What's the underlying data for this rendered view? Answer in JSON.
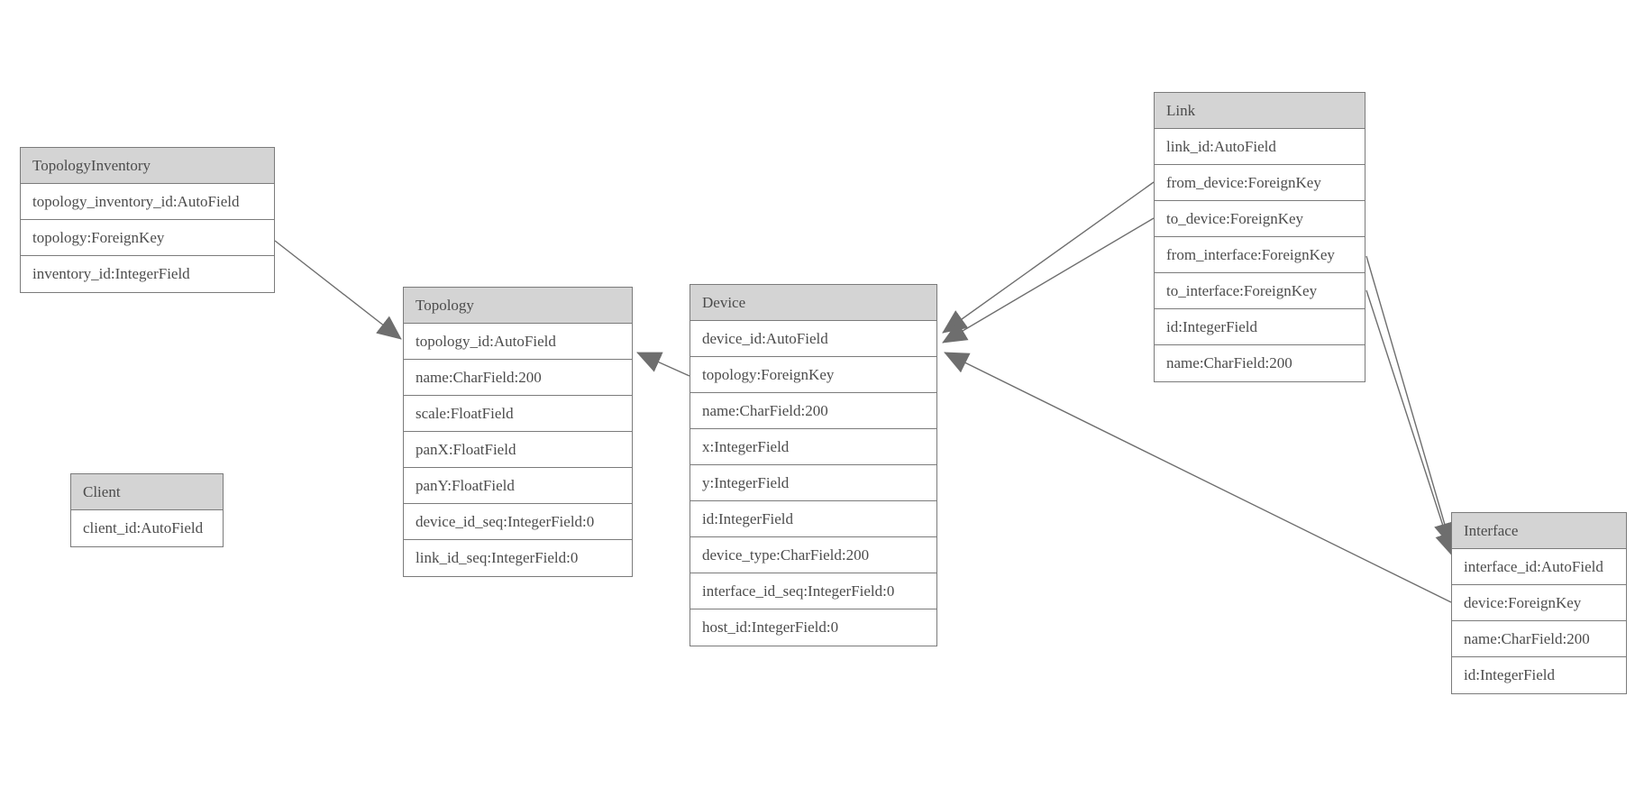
{
  "diagram": {
    "type": "entity-relationship-model",
    "colors": {
      "header_fill": "#d4d4d4",
      "border": "#7b7b7b",
      "text": "#4c4c4c",
      "edge": "#6e6e6e",
      "bg": "#ffffff"
    },
    "entities": [
      {
        "name": "TopologyInventory",
        "fields": [
          "topology_inventory_id:AutoField",
          "topology:ForeignKey",
          "inventory_id:IntegerField"
        ]
      },
      {
        "name": "Topology",
        "fields": [
          "topology_id:AutoField",
          "name:CharField:200",
          "scale:FloatField",
          "panX:FloatField",
          "panY:FloatField",
          "device_id_seq:IntegerField:0",
          "link_id_seq:IntegerField:0"
        ]
      },
      {
        "name": "Client",
        "fields": [
          "client_id:AutoField"
        ]
      },
      {
        "name": "Device",
        "fields": [
          "device_id:AutoField",
          "topology:ForeignKey",
          "name:CharField:200",
          "x:IntegerField",
          "y:IntegerField",
          "id:IntegerField",
          "device_type:CharField:200",
          "interface_id_seq:IntegerField:0",
          "host_id:IntegerField:0"
        ]
      },
      {
        "name": "Link",
        "fields": [
          "link_id:AutoField",
          "from_device:ForeignKey",
          "to_device:ForeignKey",
          "from_interface:ForeignKey",
          "to_interface:ForeignKey",
          "id:IntegerField",
          "name:CharField:200"
        ]
      },
      {
        "name": "Interface",
        "fields": [
          "interface_id:AutoField",
          "device:ForeignKey",
          "name:CharField:200",
          "id:IntegerField"
        ]
      }
    ],
    "connections": [
      {
        "from": "TopologyInventory.topology",
        "to": "Topology"
      },
      {
        "from": "Device.topology",
        "to": "Topology"
      },
      {
        "from": "Link.from_device",
        "to": "Device"
      },
      {
        "from": "Link.to_device",
        "to": "Device"
      },
      {
        "from": "Link.from_interface",
        "to": "Interface"
      },
      {
        "from": "Link.to_interface",
        "to": "Interface"
      },
      {
        "from": "Interface.device",
        "to": "Device"
      }
    ]
  }
}
